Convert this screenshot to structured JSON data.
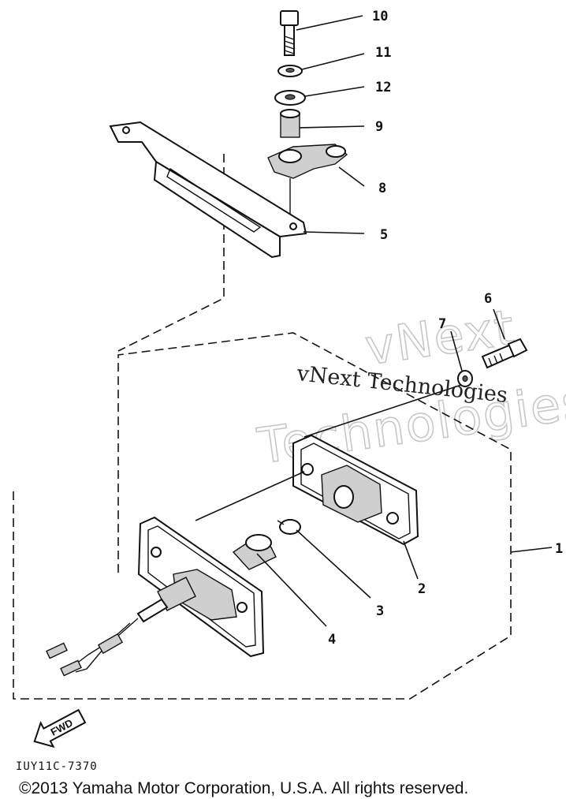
{
  "diagram": {
    "callouts": [
      {
        "id": "c10",
        "label": "10"
      },
      {
        "id": "c11",
        "label": "11"
      },
      {
        "id": "c12",
        "label": "12"
      },
      {
        "id": "c9",
        "label": "9"
      },
      {
        "id": "c8",
        "label": "8"
      },
      {
        "id": "c5",
        "label": "5"
      },
      {
        "id": "c6",
        "label": "6"
      },
      {
        "id": "c7",
        "label": "7"
      },
      {
        "id": "c1",
        "label": "1"
      },
      {
        "id": "c2",
        "label": "2"
      },
      {
        "id": "c3",
        "label": "3"
      },
      {
        "id": "c4",
        "label": "4"
      }
    ],
    "fwd_label": "FWD",
    "drawing_code": "IUY11C-7370"
  },
  "watermark": {
    "outline_line1": "vNext",
    "outline_line2": "Technologies",
    "text": "vNext Technologies"
  },
  "footer": {
    "copyright": "©2013 Yamaha Motor Corporation, U.S.A. All rights reserved."
  }
}
